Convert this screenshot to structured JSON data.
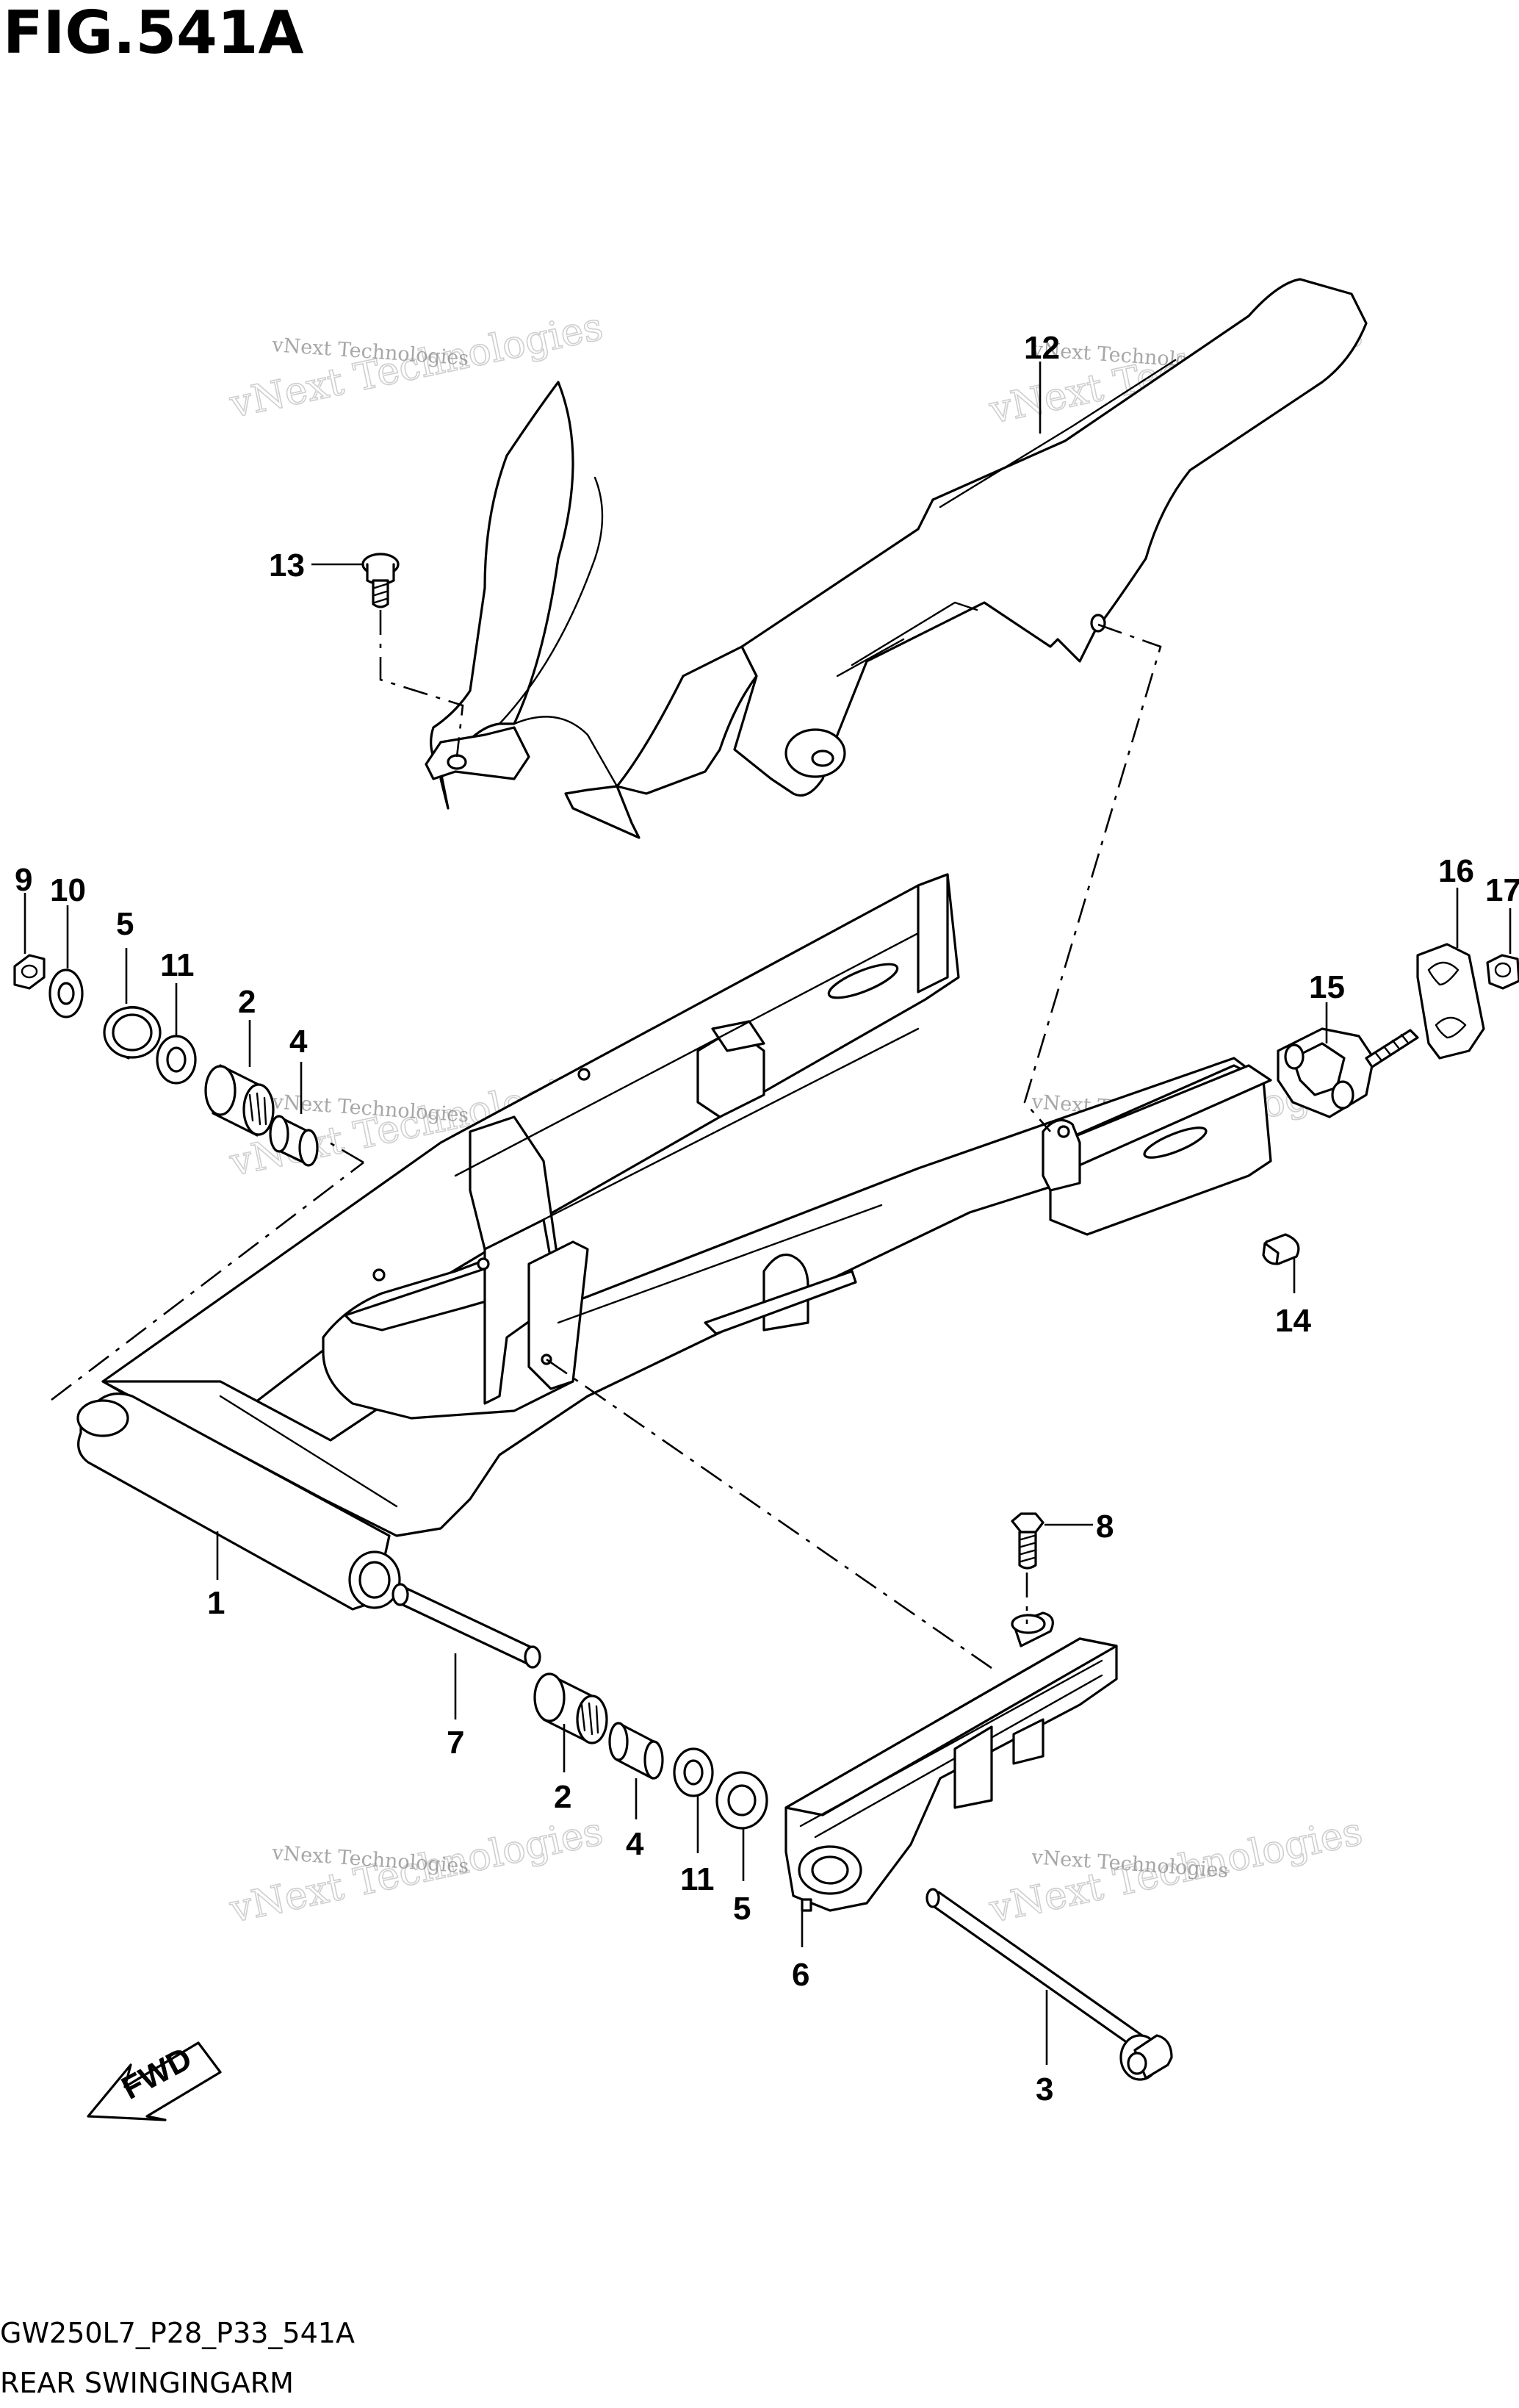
{
  "figure": {
    "title": "FIG.541A",
    "model_code": "GW250L7_P28_P33_541A",
    "section_name": "REAR SWINGINGARM"
  },
  "direction_marker": {
    "label": "FWD",
    "icon": "forward-arrow-icon"
  },
  "watermark": {
    "small_text": "vNext Technologies",
    "big_text": "vNext Technologies"
  },
  "callouts": [
    {
      "id": "1",
      "part": "swingarm"
    },
    {
      "id": "2",
      "part": "bearing-left"
    },
    {
      "id": "3",
      "part": "pivot-bolt"
    },
    {
      "id": "4",
      "part": "spacer-left"
    },
    {
      "id": "5",
      "part": "bearing-seal-left"
    },
    {
      "id": "6",
      "part": "chain-buffer"
    },
    {
      "id": "7",
      "part": "pivot-pipe"
    },
    {
      "id": "8",
      "part": "chain-buffer-bolt"
    },
    {
      "id": "9",
      "part": "nut"
    },
    {
      "id": "10",
      "part": "washer"
    },
    {
      "id": "11",
      "part": "thrust-washer-left"
    },
    {
      "id": "12",
      "part": "chain-cover"
    },
    {
      "id": "13",
      "part": "chain-cover-bolt"
    },
    {
      "id": "14",
      "part": "chain-cover-rear-screw"
    },
    {
      "id": "15",
      "part": "chain-adjuster"
    },
    {
      "id": "16",
      "part": "adjuster-plate"
    },
    {
      "id": "17",
      "part": "adjuster-nut"
    },
    {
      "id": "2",
      "part": "bearing-right"
    },
    {
      "id": "4",
      "part": "spacer-right"
    },
    {
      "id": "11",
      "part": "thrust-washer-right"
    },
    {
      "id": "5",
      "part": "bearing-seal-right"
    }
  ]
}
